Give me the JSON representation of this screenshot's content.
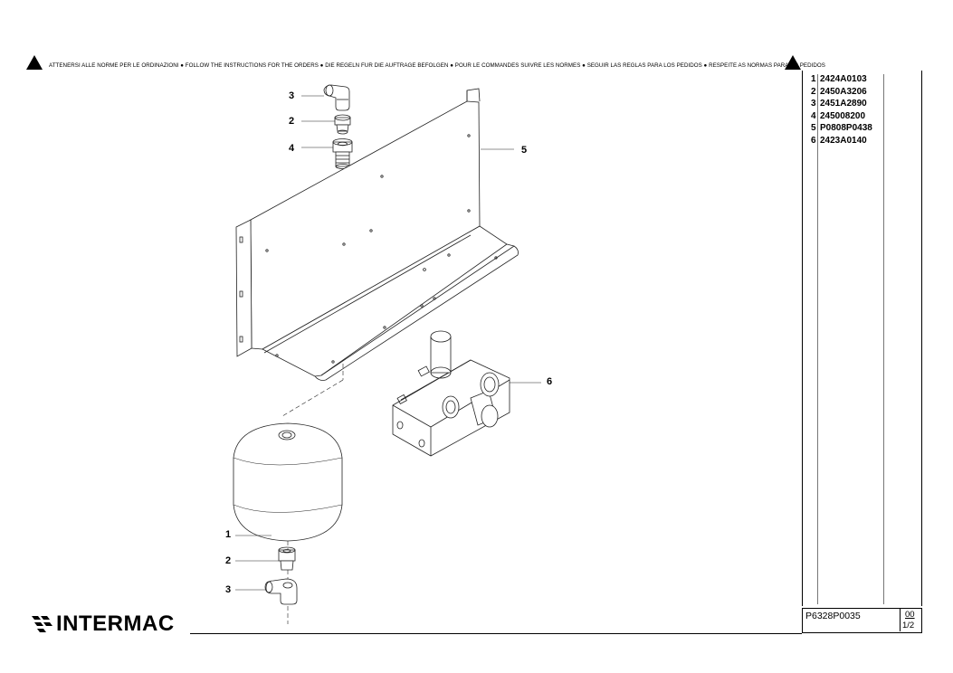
{
  "header": {
    "notice": "ATTENERSI ALLE NORME PER LE ORDINAZIONI ● FOLLOW THE INSTRUCTIONS FOR THE ORDERS ● DIE REGELN FUR DIE AUFTRAGE BEFOLGEN ● POUR LE COMMANDES SUIVRE LES NORMES ● SEGUIR LAS REGLAS PARA LOS PEDIDOS ● RESPEITE AS NORMAS PARA OS PEDIDOS"
  },
  "callouts": {
    "c3_top": "3",
    "c2_top": "2",
    "c4": "4",
    "c5": "5",
    "c6": "6",
    "c1": "1",
    "c2_bottom": "2",
    "c3_bottom": "3"
  },
  "parts": [
    {
      "num": "1",
      "code": "2424A0103"
    },
    {
      "num": "2",
      "code": "2450A3206"
    },
    {
      "num": "3",
      "code": "2451A2890"
    },
    {
      "num": "4",
      "code": "245008200"
    },
    {
      "num": "5",
      "code": "P0808P0438"
    },
    {
      "num": "6",
      "code": "2423A0140"
    }
  ],
  "title_block": {
    "drawing_code": "P6328P0035",
    "revision": "00",
    "sheet": "1/2"
  },
  "logo": {
    "brand": "INTERMAC"
  },
  "icons": [
    "warning-triangle-icon",
    "intermac-logo-mark"
  ]
}
